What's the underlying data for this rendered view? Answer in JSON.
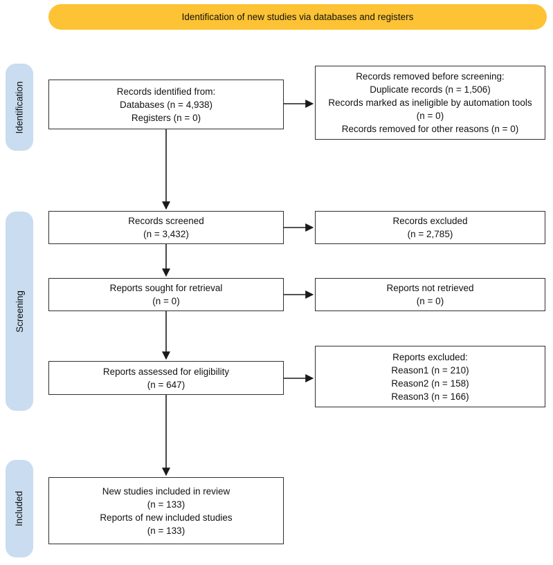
{
  "banner": {
    "label": "Identification of new studies via databases and registers"
  },
  "stages": [
    {
      "label": "Identification"
    },
    {
      "label": "Screening"
    },
    {
      "label": "Included"
    }
  ],
  "boxes": {
    "records_identified": {
      "lines": [
        "Records identified from:",
        "Databases (n = 4,938)",
        "Registers (n = 0)"
      ]
    },
    "records_removed": {
      "lines": [
        "Records removed before screening:",
        "Duplicate records (n = 1,506)",
        "Records marked as ineligible by automation tools (n = 0)",
        "Records removed for other reasons (n = 0)"
      ]
    },
    "records_screened": {
      "lines": [
        "Records screened",
        "(n = 3,432)"
      ]
    },
    "records_excluded": {
      "lines": [
        "Records excluded",
        "(n = 2,785)"
      ]
    },
    "reports_sought": {
      "lines": [
        "Reports sought for retrieval",
        "(n = 0)"
      ]
    },
    "reports_not_retrieved": {
      "lines": [
        "Reports not retrieved",
        "(n = 0)"
      ]
    },
    "reports_assessed": {
      "lines": [
        "Reports assessed for eligibility",
        "(n = 647)"
      ]
    },
    "reports_excluded": {
      "lines": [
        "Reports excluded:",
        "Reason1 (n = 210)",
        "Reason2 (n = 158)",
        "Reason3 (n = 166)"
      ]
    },
    "included_studies": {
      "lines": [
        "New studies included in review",
        "(n = 133)",
        "Reports of new included studies",
        "(n = 133)"
      ]
    }
  },
  "colors": {
    "banner_bg": "#FDC334",
    "stage_bg": "#C9DCF0",
    "box_border": "#2e2e2e",
    "arrow": "#1a1a1a"
  }
}
